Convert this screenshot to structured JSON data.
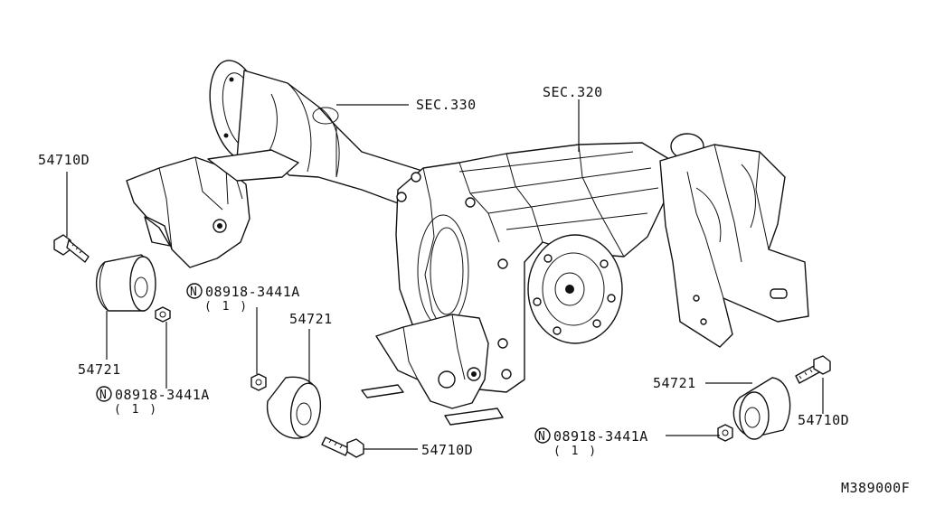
{
  "diagram": {
    "figure_code": "M389000F",
    "callouts": {
      "sec330": "SEC.330",
      "sec320": "SEC.320",
      "bolt_left": "54710D",
      "bushing_left": "54721",
      "nut_left_code": "N",
      "nut_left": "08918-3441A",
      "nut_left_qty": "( 1 )",
      "nut_mid_code": "N",
      "nut_mid": "08918-3441A",
      "nut_mid_qty": "( 1 )",
      "bushing_mid": "54721",
      "bolt_mid": "54710D",
      "bushing_right": "54721",
      "bolt_right": "54710D",
      "nut_right_code": "N",
      "nut_right": "08918-3441A",
      "nut_right_qty": "( 1 )"
    }
  }
}
